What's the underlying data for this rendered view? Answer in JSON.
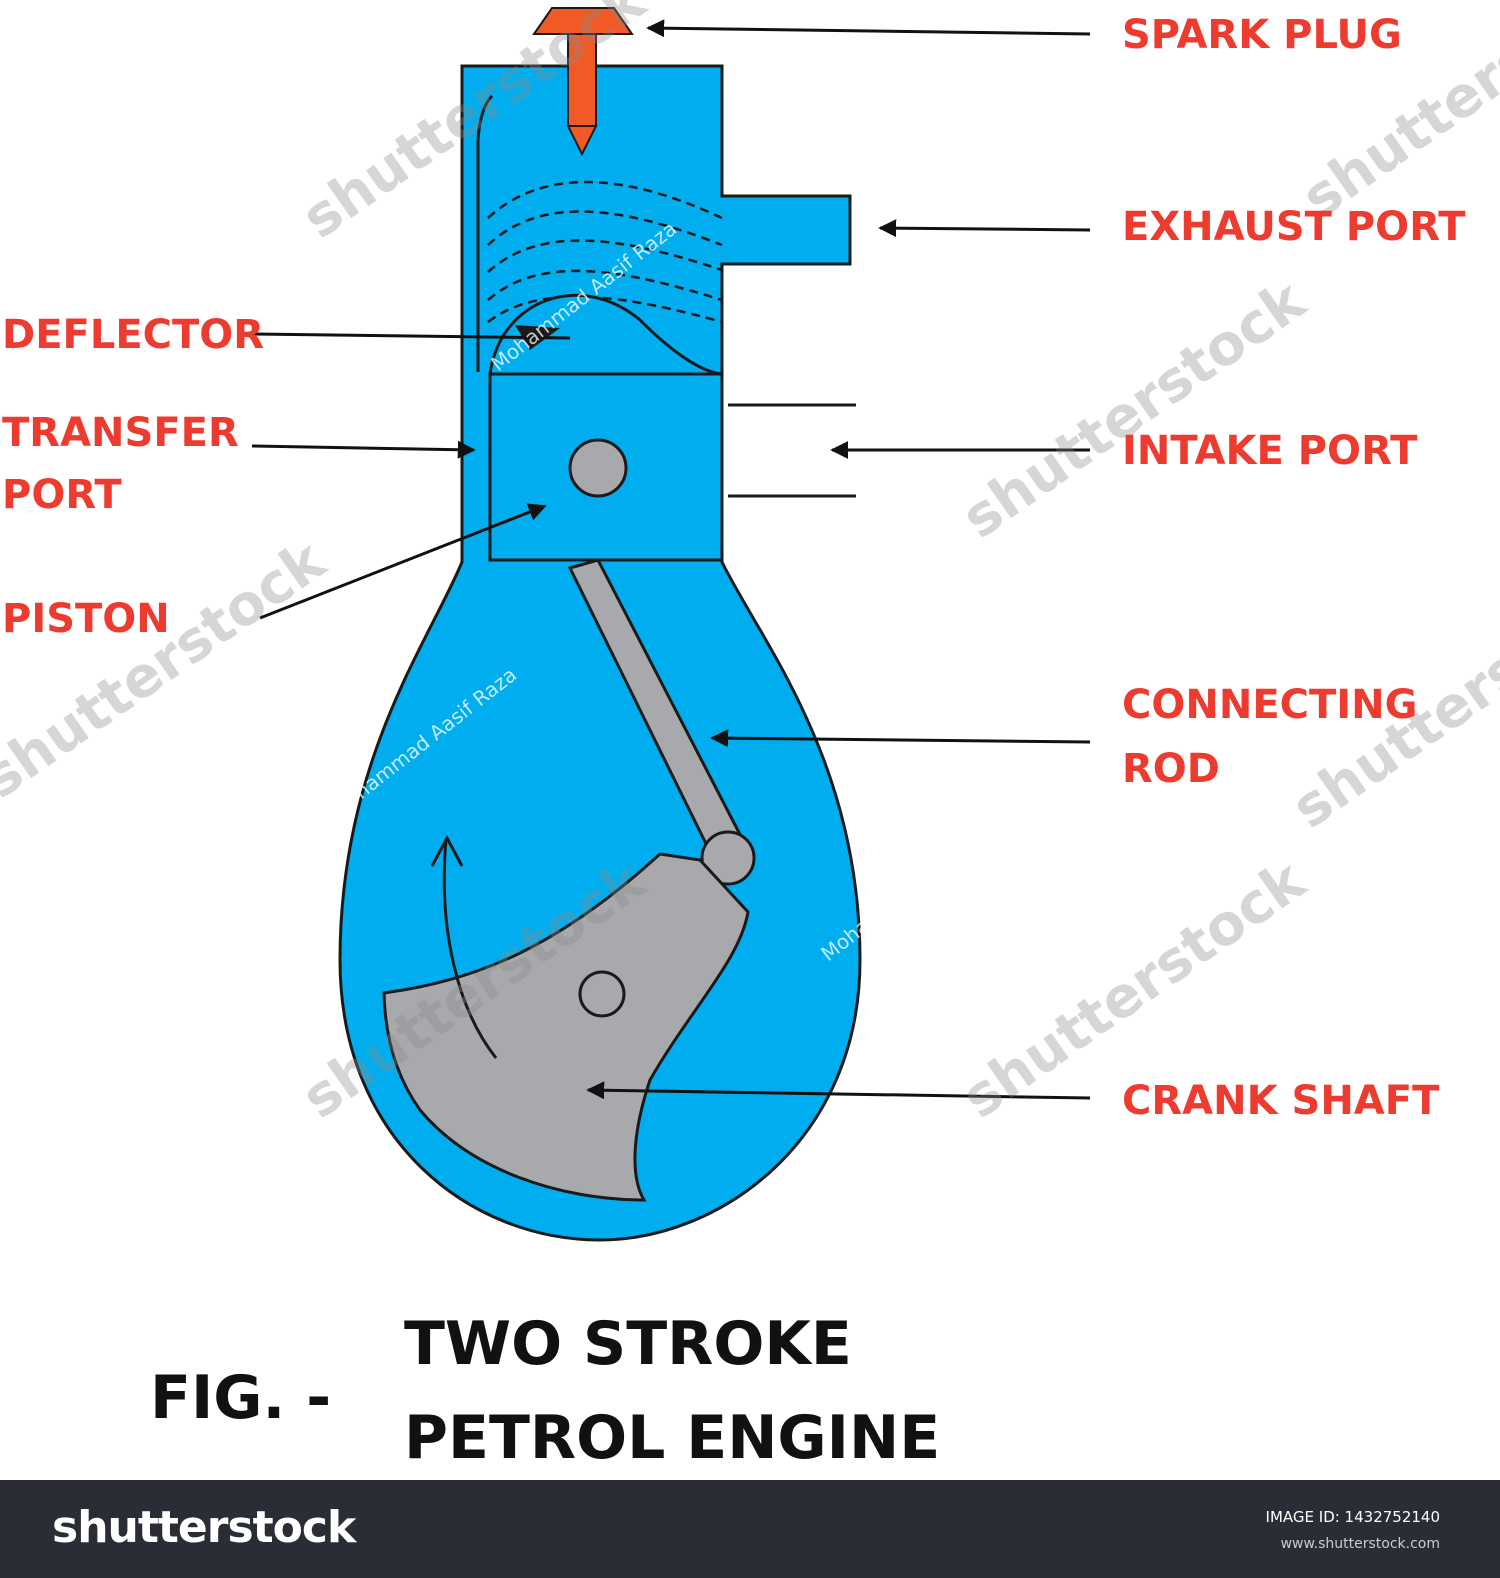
{
  "labels": {
    "spark_plug": "SPARK PLUG",
    "exhaust_port": "EXHAUST PORT",
    "deflector": "DEFLECTOR",
    "transfer_port_line1": "TRANSFER",
    "transfer_port_line2": "PORT",
    "intake_port": "INTAKE PORT",
    "piston": "PISTON",
    "connecting_rod_line1": "CONNECTING",
    "connecting_rod_line2": "ROD",
    "crank_shaft": "CRANK SHAFT"
  },
  "caption": {
    "prefix": "FIG. -",
    "line1": "TWO STROKE",
    "line2": "PETROL ENGINE"
  },
  "watermark": {
    "brand": "shutterstock",
    "author": "Mohammad Aasif Raza"
  },
  "footer": {
    "logo": "shutterstock",
    "image_id": "IMAGE ID: 1432752140",
    "site": "www.shutterstock.com"
  },
  "colors": {
    "engine_body": "#00aeef",
    "metal_parts": "#a7a9ac",
    "spark_plug": "#f15a24",
    "label_text": "#ee3b2f",
    "footer_bg": "#2a2d36"
  }
}
